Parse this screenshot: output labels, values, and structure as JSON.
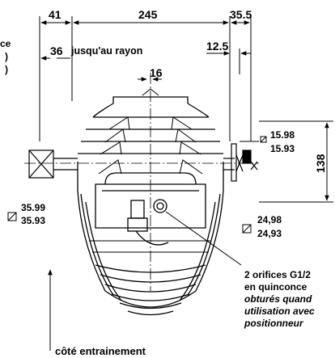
{
  "dimensions": {
    "d41": "41",
    "d245": "245",
    "d35_5": "35.5",
    "d36": "36",
    "d12_5": "12.5",
    "d16": "16",
    "d138": "138"
  },
  "labels": {
    "jusqu_au_rayon": "jusqu'au rayon",
    "left_clip_1": "ce",
    "left_clip_2": ")",
    "left_clip_3": ")"
  },
  "tolerances": {
    "right_upper_max": "15.98",
    "right_upper_min": "15.93",
    "left_max": "35.99",
    "left_min": "35.93",
    "right_lower_max": "24,98",
    "right_lower_min": "24,93"
  },
  "note": {
    "line1": "2 orifices G1/2",
    "line2": "en quinconce",
    "line3": "obturés quand",
    "line4": "utilisation avec",
    "line5": "positionneur"
  },
  "drive_side": "côté entrainement"
}
